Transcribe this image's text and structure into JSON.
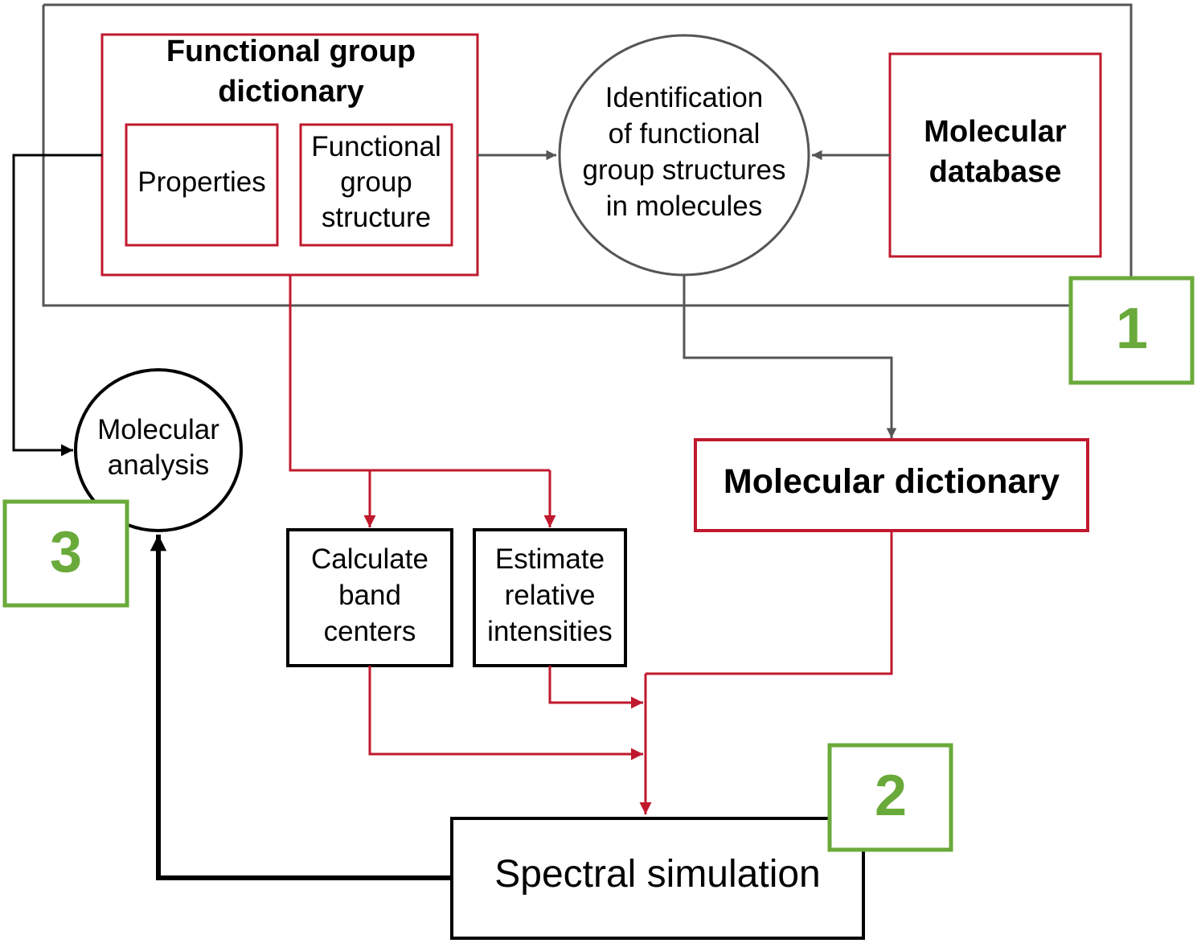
{
  "colors": {
    "red": "#c0192e",
    "gray": "#555555",
    "green": "#6aaa3a",
    "black": "#000000"
  },
  "nodes": {
    "functional_group_dictionary": {
      "line1": "Functional group",
      "line2": "dictionary"
    },
    "properties": {
      "label": "Properties"
    },
    "functional_group_structure": {
      "line1": "Functional",
      "line2": "group",
      "line3": "structure"
    },
    "identification": {
      "line1": "Identification",
      "line2": "of functional",
      "line3": "group structures",
      "line4": "in molecules"
    },
    "molecular_database": {
      "line1": "Molecular",
      "line2": "database"
    },
    "molecular_dictionary": {
      "label": "Molecular dictionary"
    },
    "molecular_analysis": {
      "line1": "Molecular",
      "line2": "analysis"
    },
    "calculate_band_centers": {
      "line1": "Calculate",
      "line2": "band",
      "line3": "centers"
    },
    "estimate_relative_intensities": {
      "line1": "Estimate",
      "line2": "relative",
      "line3": "intensities"
    },
    "spectral_simulation": {
      "label": "Spectral simulation"
    }
  },
  "badges": {
    "stage1": "1",
    "stage2": "2",
    "stage3": "3"
  }
}
